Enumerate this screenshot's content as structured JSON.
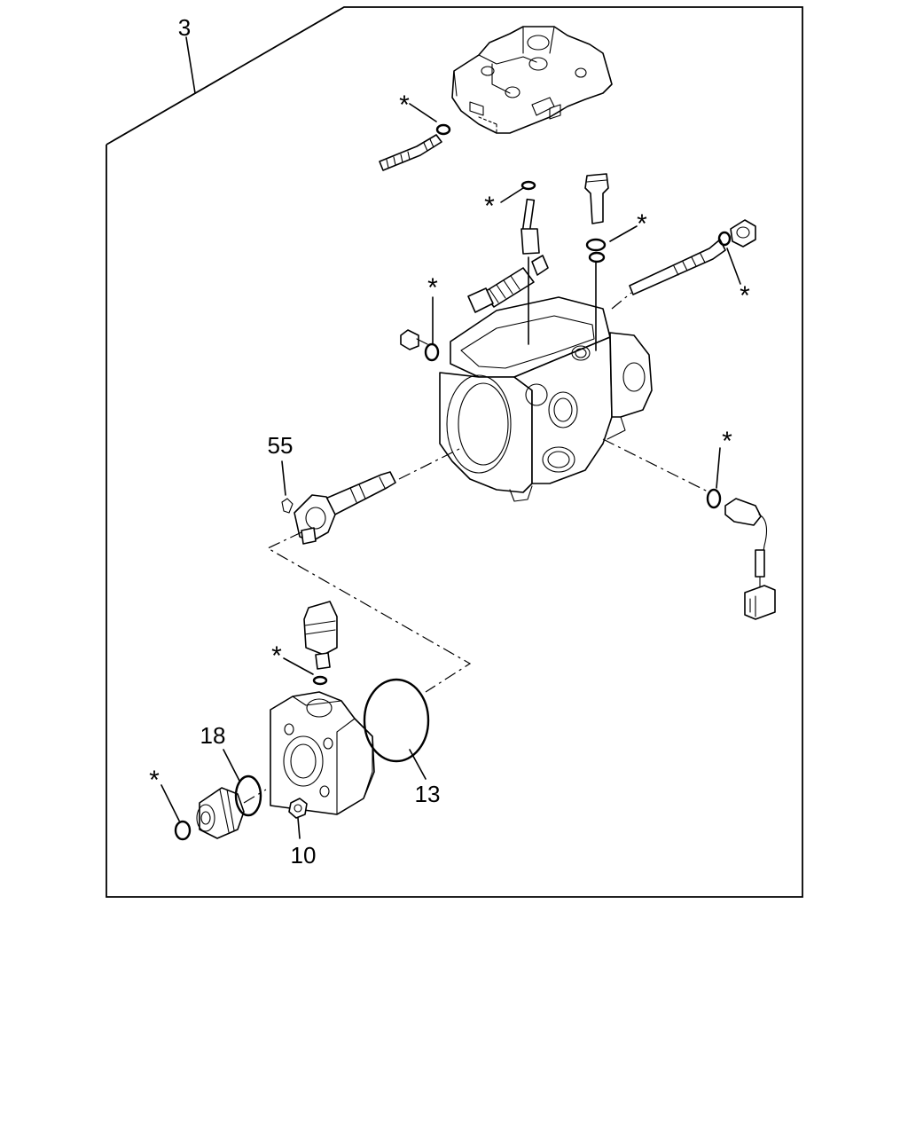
{
  "diagram": {
    "labels": {
      "assembly": "3",
      "pin": "55",
      "gasket_ring": "18",
      "o_ring": "13",
      "nut": "10"
    },
    "asterisk": "*"
  }
}
